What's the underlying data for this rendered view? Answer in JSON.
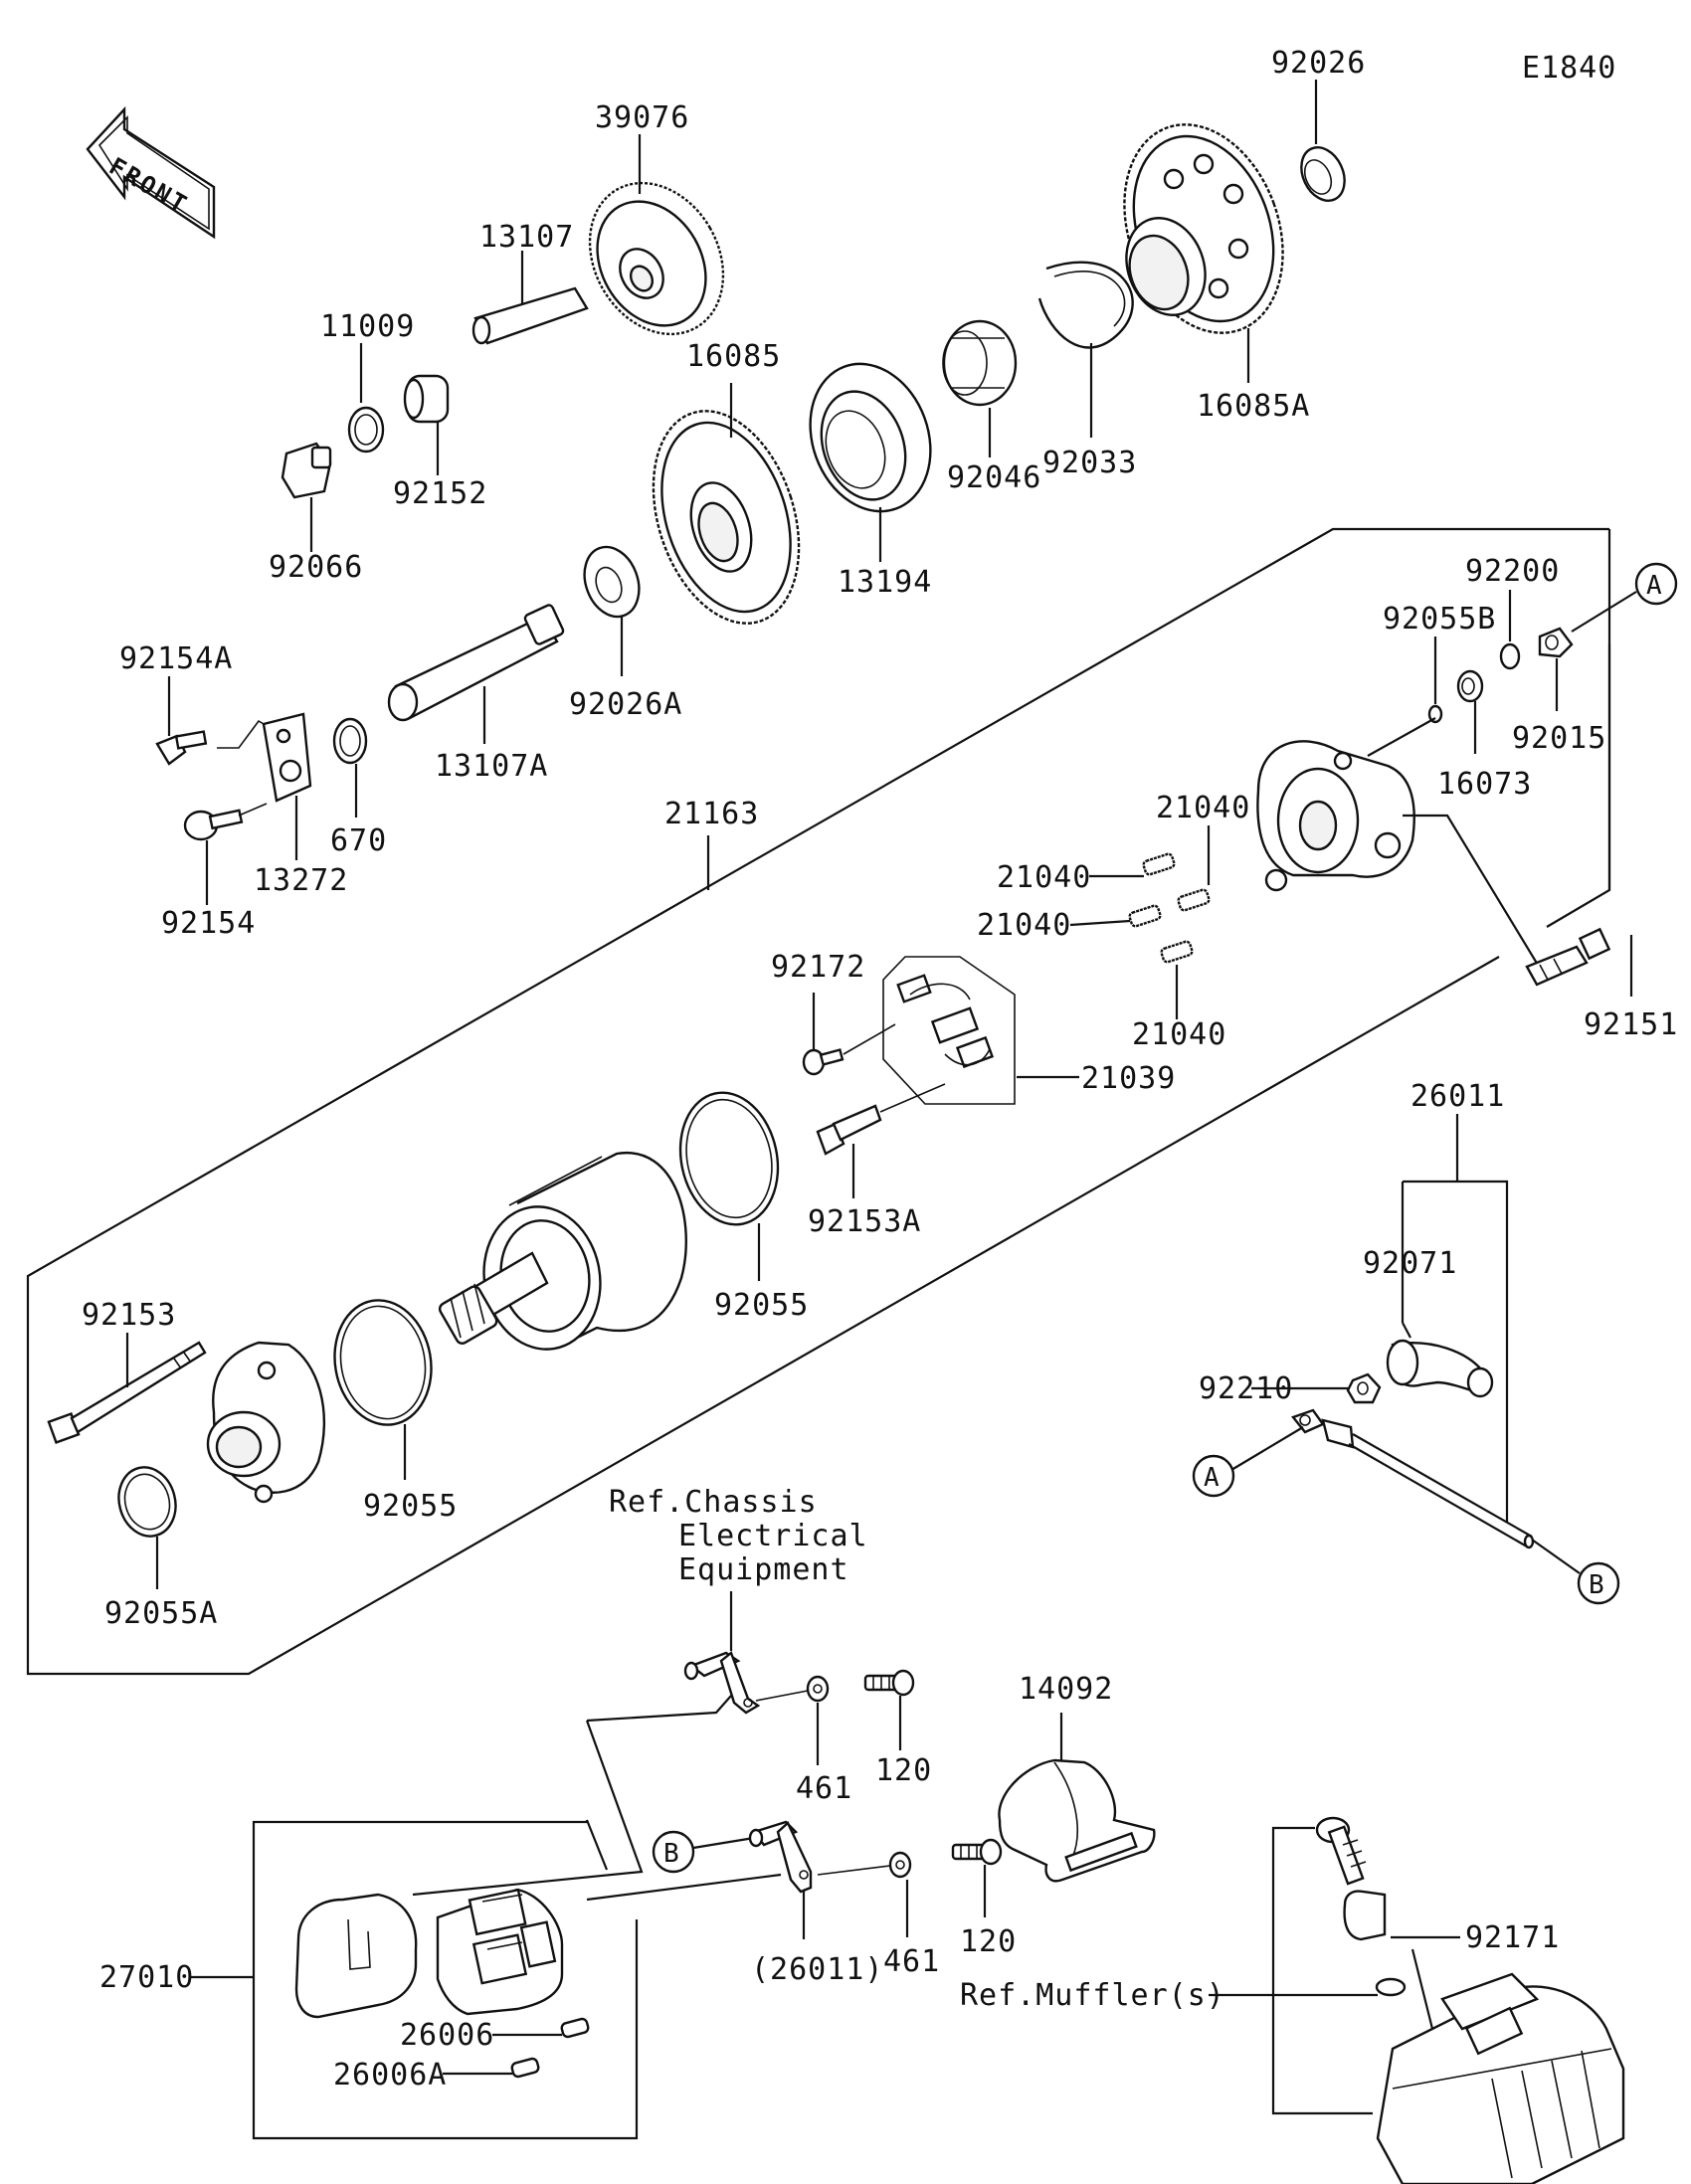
{
  "diagram_code": "E1840",
  "front_label": "FRONT",
  "callouts": {
    "A": "A",
    "B": "B"
  },
  "labels": {
    "p39076": "39076",
    "p92026": "92026",
    "p13107": "13107",
    "p11009": "11009",
    "p16085": "16085",
    "p16085A": "16085A",
    "p92152": "92152",
    "p92066": "92066",
    "p92046": "92046",
    "p92033": "92033",
    "p13194": "13194",
    "p92026A": "92026A",
    "p92154A": "92154A",
    "p13107A": "13107A",
    "p670": "670",
    "p13272": "13272",
    "p92154": "92154",
    "p21163": "21163",
    "p92200": "92200",
    "p92055B": "92055B",
    "p92015": "92015",
    "p16073": "16073",
    "p21040a": "21040",
    "p21040b": "21040",
    "p21040c": "21040",
    "p21040d": "21040",
    "p92172": "92172",
    "p21039": "21039",
    "p92151": "92151",
    "p92153A": "92153A",
    "p92055a": "92055",
    "p92055b": "92055",
    "p92153": "92153",
    "p92055A": "92055A",
    "p26011": "26011",
    "p92071": "92071",
    "p92210": "92210",
    "p461a": "461",
    "p120a": "120",
    "p461b": "461",
    "p120b": "120",
    "p14092": "14092",
    "p26011paren": "(26011)",
    "p27010": "27010",
    "p26006": "26006",
    "p26006A": "26006A",
    "p92171": "92171"
  },
  "references": {
    "chassis_line1": "Ref.Chassis",
    "chassis_line2": "Electrical",
    "chassis_line3": "Equipment",
    "muffler": "Ref.Muffler(s)"
  }
}
